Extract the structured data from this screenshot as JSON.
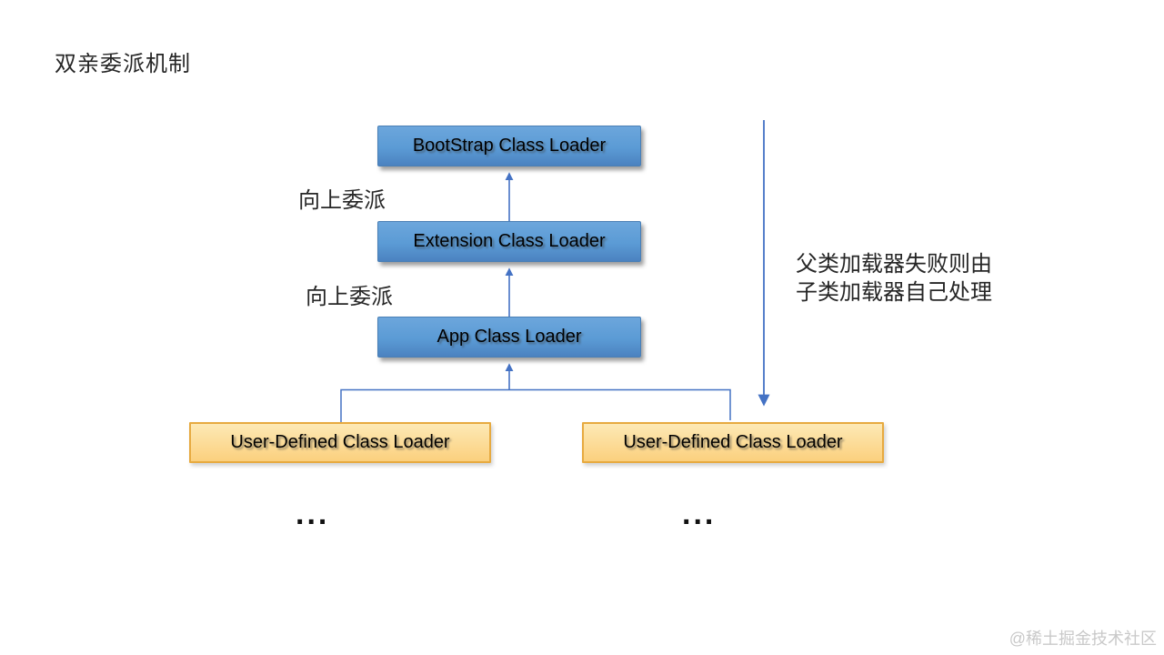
{
  "page": {
    "title": "双亲委派机制"
  },
  "diagram": {
    "system_loaders": [
      {
        "label": "BootStrap Class Loader"
      },
      {
        "label": "Extension Class Loader"
      },
      {
        "label": "App Class Loader"
      }
    ],
    "user_loaders": [
      {
        "label": "User-Defined Class Loader"
      },
      {
        "label": "User-Defined Class Loader"
      }
    ],
    "delegate_labels": [
      {
        "text": "向上委派"
      },
      {
        "text": "向上委派"
      }
    ],
    "fallback_note": {
      "line1": "父类加载器失败则由",
      "line2": "子类加载器自己处理"
    },
    "ellipses": [
      {
        "text": "..."
      },
      {
        "text": "..."
      }
    ]
  },
  "watermark": {
    "text": "@稀土掘金技术社区"
  },
  "colors": {
    "accent-blue": "#4472C4",
    "box-blue-top": "#6CA6DC",
    "box-blue-mid": "#5B9BD5",
    "box-blue-bottom": "#4B82C0",
    "box-yellow-top": "#FDE9B5",
    "box-yellow-bottom": "#FBD07E",
    "box-yellow-border": "#E7AA40",
    "text-dark": "#1f1f1f",
    "watermark-gray": "#c9c9c9"
  }
}
